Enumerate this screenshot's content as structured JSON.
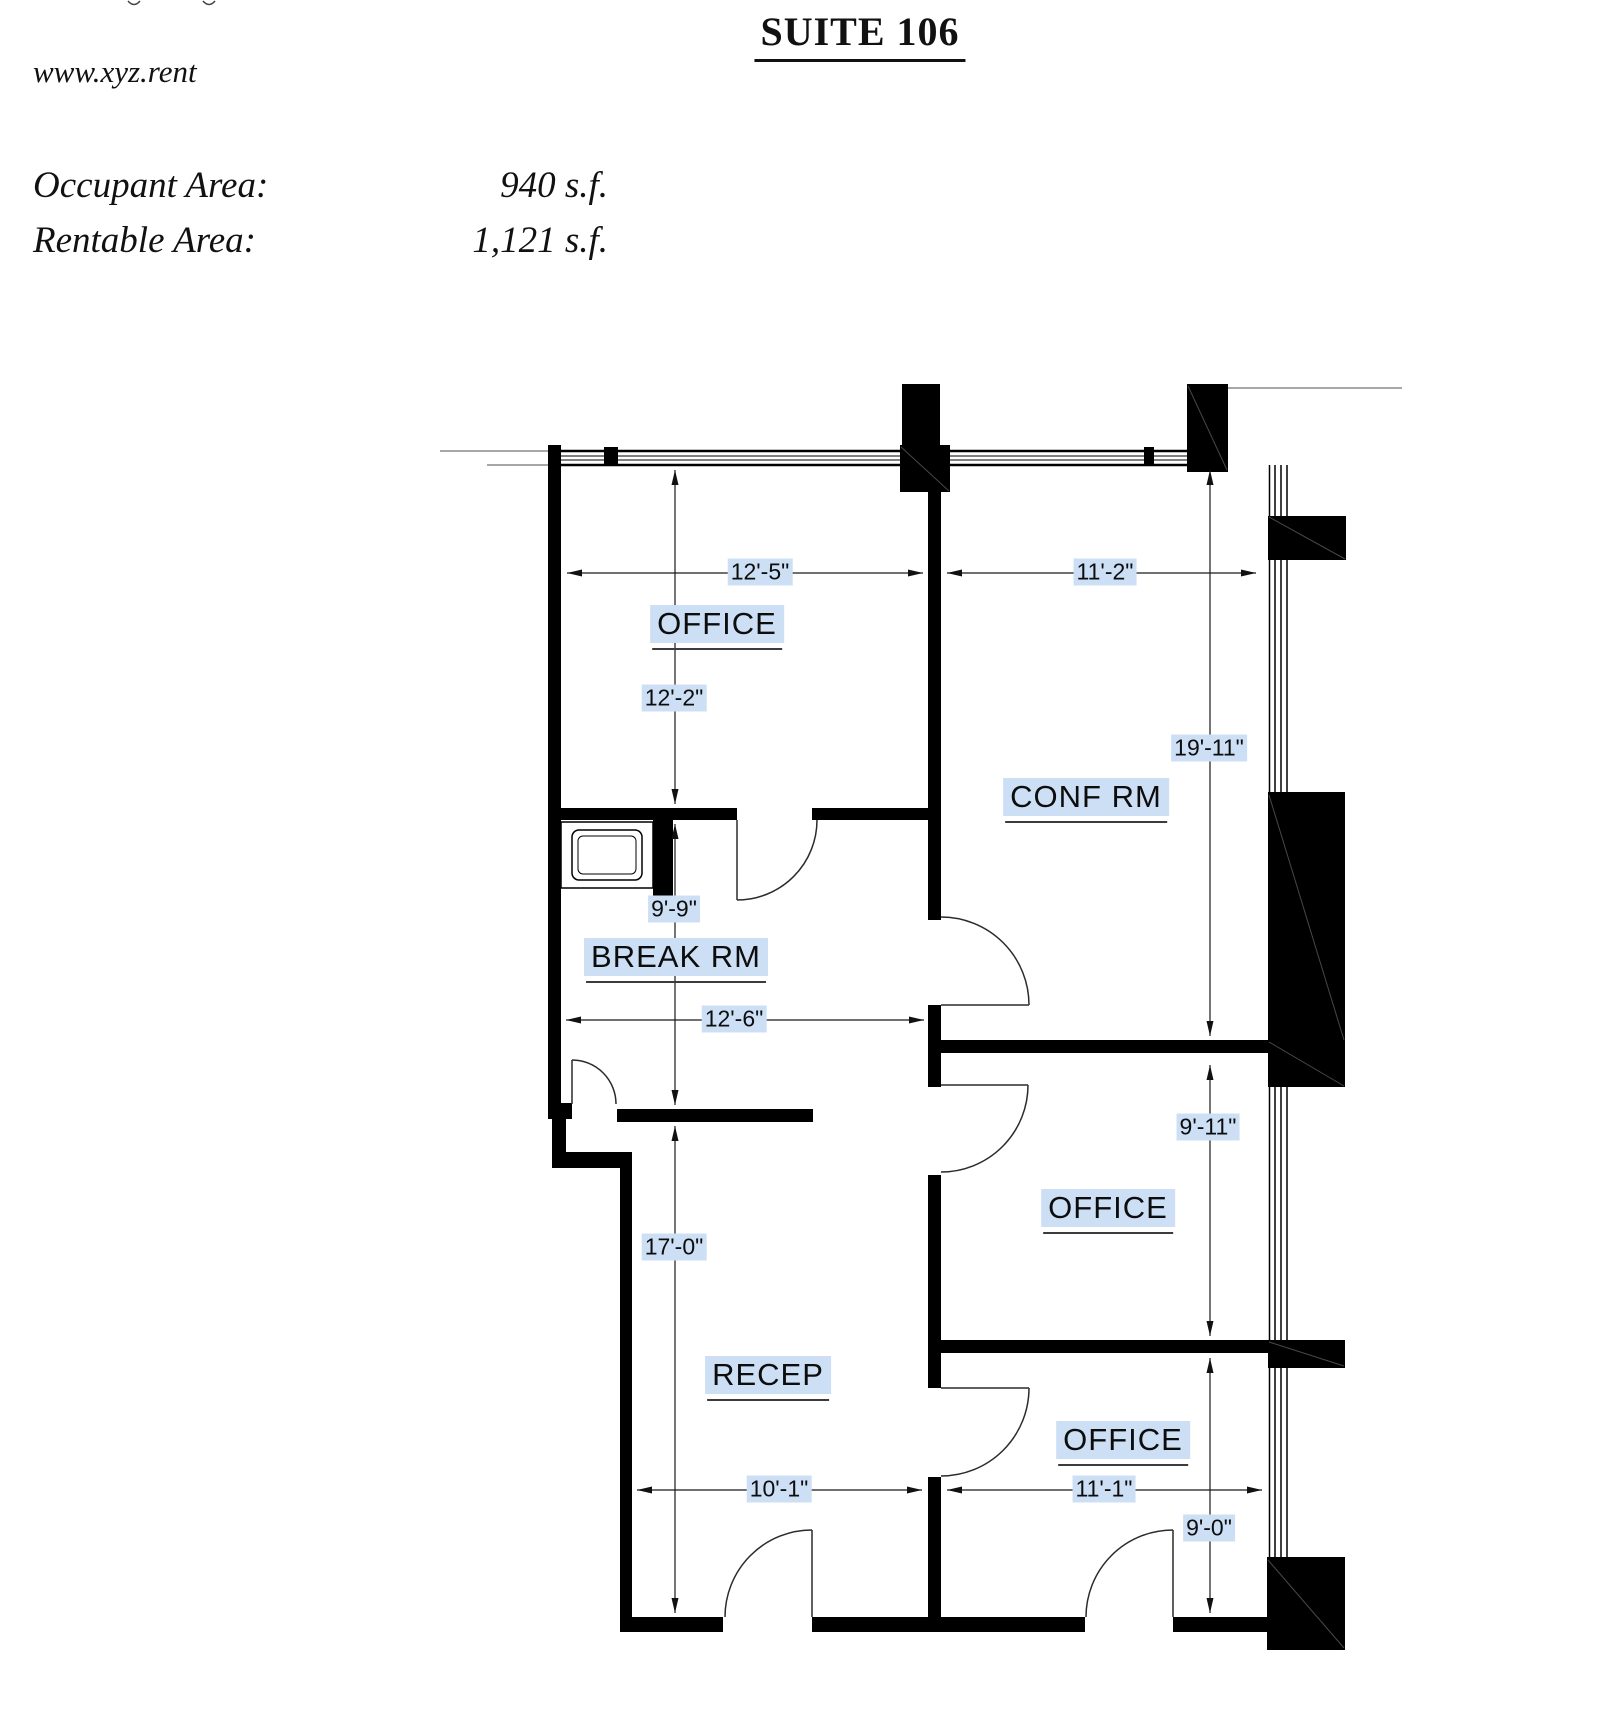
{
  "header": {
    "title": "SUITE 106",
    "website": "www.xyz.rent",
    "occupant_label": "Occupant Area:",
    "occupant_value": "940 s.f.",
    "rentable_label": "Rentable Area:",
    "rentable_value": "1,121 s.f."
  },
  "floorplan": {
    "rooms": {
      "office_top": "OFFICE",
      "conf": "CONF RM",
      "break_rm": "BREAK RM",
      "office_mid": "OFFICE",
      "recep": "RECEP",
      "office_bottom": "OFFICE"
    },
    "dims": {
      "d12_5": "12'-5\"",
      "d11_2": "11'-2\"",
      "d12_2": "12'-2\"",
      "d19_11": "19'-11\"",
      "d9_9": "9'-9\"",
      "d12_6": "12'-6\"",
      "d9_11": "9'-11\"",
      "d17_0": "17'-0\"",
      "d10_1": "10'-1\"",
      "d11_1": "11'-1\"",
      "d9_0": "9'-0\""
    },
    "colors": {
      "highlight": "#ccdff5",
      "wall": "#000000"
    }
  }
}
